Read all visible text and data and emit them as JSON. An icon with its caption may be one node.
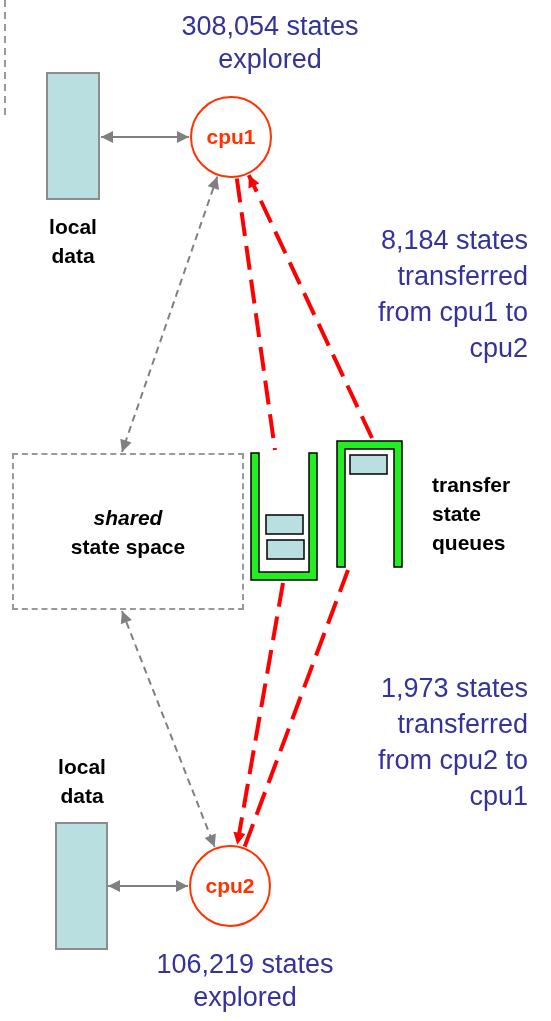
{
  "diagram": {
    "nodes": [
      {
        "text": [
          "local data"
        ]
      },
      {
        "text": [
          "cpu1"
        ],
        "beside": [
          "308,054 states explored"
        ]
      },
      {
        "text": [
          "*shared* state space"
        ]
      },
      {
        "text": [],
        "shape": "box"
      },
      {
        "text": [],
        "shape": "box"
      },
      {
        "text": [
          "local data"
        ]
      },
      {
        "text": [
          "cpu2"
        ],
        "beside": [
          "106,219 states explored"
        ]
      }
    ],
    "edges": [
      {
        "from": 0,
        "to": 1,
        "arrow": "both"
      },
      {
        "from": 1,
        "to": 2,
        "arrow": "both",
        "style": "dashed"
      },
      {
        "from": 1,
        "to": 3,
        "arrow": "none",
        "style": "dashed",
        "color": "#ff0000"
      },
      {
        "from": 4,
        "to": 1,
        "arrow": "to",
        "style": "dashed",
        "color": "#ff0000"
      },
      {
        "from": 2,
        "to": 6,
        "arrow": "both",
        "style": "dashed"
      },
      {
        "from": 3,
        "to": 6,
        "arrow": "to",
        "style": "dashed",
        "color": "#ff0000"
      },
      {
        "from": 6,
        "to": 4,
        "arrow": "none",
        "style": "dashed",
        "color": "#ff0000"
      },
      {
        "from": 5,
        "to": 6,
        "arrow": "both"
      }
    ],
    "labels": [
      "8,184 states transferred from cpu1 to cpu2",
      "transfer state queues",
      "1,973 states transferred from cpu2 to cpu1"
    ]
  }
}
